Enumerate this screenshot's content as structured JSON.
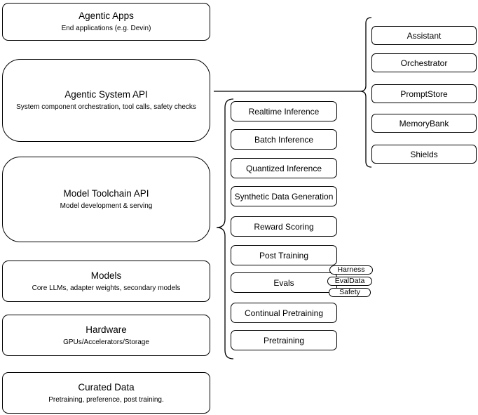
{
  "diagram": {
    "stack_layers": [
      {
        "title": "Agentic Apps",
        "subtitle": "End applications (e.g. Devin)"
      },
      {
        "title": "Agentic System API",
        "subtitle": "System component orchestration, tool calls, safety checks"
      },
      {
        "title": "Model Toolchain API",
        "subtitle": "Model development & serving"
      },
      {
        "title": "Models",
        "subtitle": "Core LLMs, adapter weights, secondary models"
      },
      {
        "title": "Hardware",
        "subtitle": "GPUs/Accelerators/Storage"
      },
      {
        "title": "Curated Data",
        "subtitle": "Pretraining, preference, post training."
      }
    ],
    "toolchain_services": [
      "Realtime Inference",
      "Batch Inference",
      "Quantized Inference",
      "Synthetic Data Generation",
      "Reward Scoring",
      "Post Training",
      "Evals",
      "Continual Pretraining",
      "Pretraining"
    ],
    "eval_tags": [
      "Harness",
      "EvalData",
      "Safety"
    ],
    "system_components": [
      "Assistant",
      "Orchestrator",
      "PromptStore",
      "MemoryBank",
      "Shields"
    ],
    "colors": {
      "stroke": "#000000",
      "fill": "#ffffff",
      "background": "#ffffff"
    }
  }
}
